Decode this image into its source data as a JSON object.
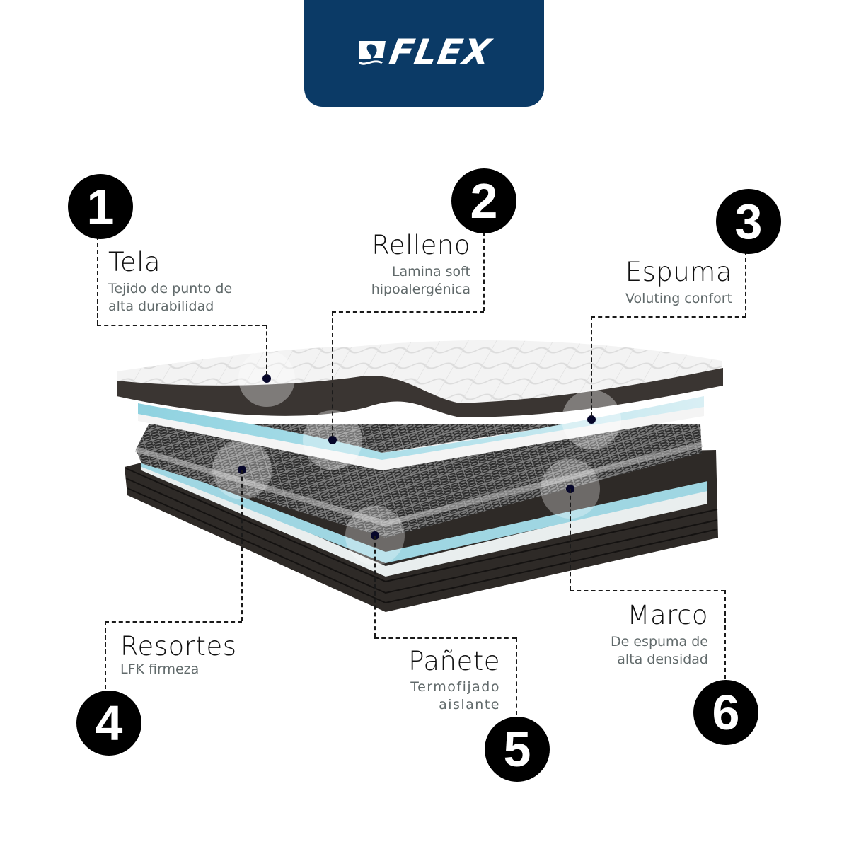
{
  "brand": {
    "name": "FLEX",
    "logo_icon": "swan-icon",
    "banner_color": "#0b3a66"
  },
  "illustration": {
    "subject": "mattress cross-section",
    "colors": {
      "cover_white": "#f2f2f2",
      "border_dark": "#3a3532",
      "foam_blue": "#9fd6e2",
      "springs_gray": "#8a8a8a",
      "frame_dark": "#2e2a27"
    }
  },
  "layers": [
    {
      "number": "1",
      "title": "Tela",
      "description_lines": [
        "Tejido de punto de",
        "alta durabilidad"
      ]
    },
    {
      "number": "2",
      "title": "Relleno",
      "description_lines": [
        "Lamina soft",
        "hipoalergénica"
      ]
    },
    {
      "number": "3",
      "title": "Espuma",
      "description_lines": [
        "Voluting confort"
      ]
    },
    {
      "number": "4",
      "title": "Resortes",
      "description_lines": [
        "LFK firmeza"
      ]
    },
    {
      "number": "5",
      "title": "Pañete",
      "description_lines": [
        "Termofijado",
        "aislante"
      ]
    },
    {
      "number": "6",
      "title": "Marco",
      "description_lines": [
        "De espuma de",
        "alta densidad"
      ]
    }
  ]
}
